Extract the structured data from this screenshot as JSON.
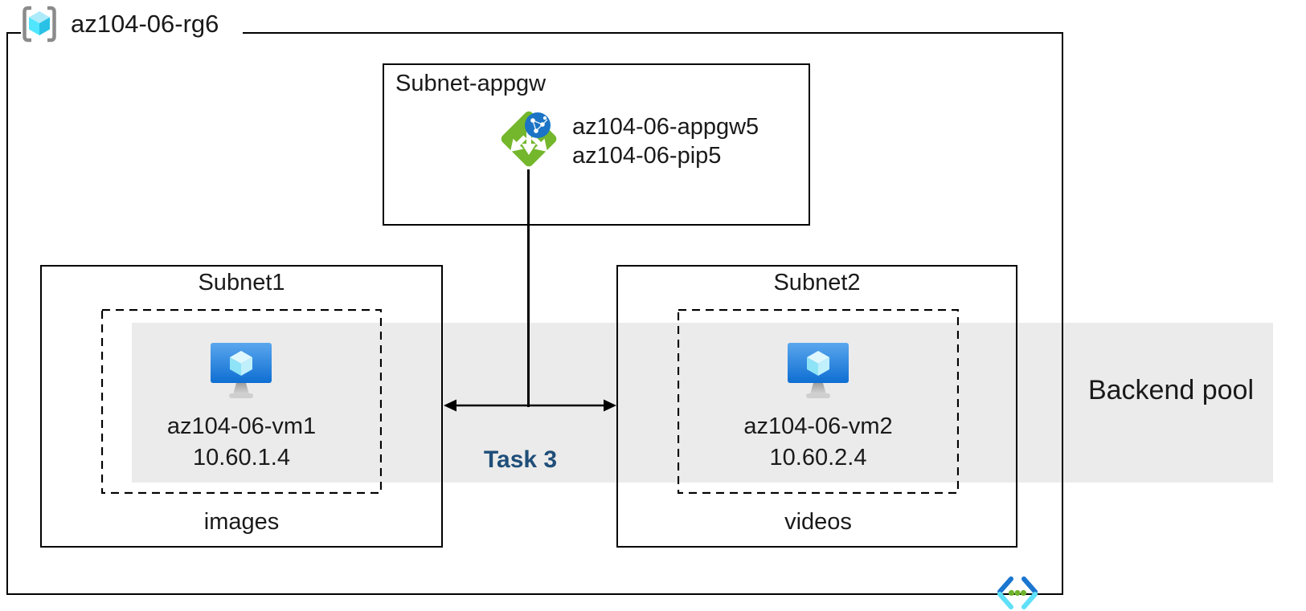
{
  "diagram": {
    "resource_group": {
      "name": "az104-06-rg6"
    },
    "appgw_subnet": {
      "title": "Subnet-appgw",
      "gateway_name": "az104-06-appgw5",
      "public_ip_name": "az104-06-pip5"
    },
    "subnet1": {
      "title": "Subnet1",
      "vm_name": "az104-06-vm1",
      "vm_ip": "10.60.1.4",
      "caption": "images"
    },
    "subnet2": {
      "title": "Subnet2",
      "vm_name": "az104-06-vm2",
      "vm_ip": "10.60.2.4",
      "caption": "videos"
    },
    "backend_pool_label": "Backend pool",
    "task_label": "Task 3",
    "icons": {
      "resource_group": "resource-group-icon",
      "application_gateway": "application-gateway-icon",
      "virtual_machine": "virtual-machine-icon",
      "virtual_network": "virtual-network-icon"
    },
    "colors": {
      "backend_band": "#EBEBEB",
      "task_label": "#1F4E79",
      "appgw_green": "#74B72C",
      "appgw_globe_blue": "#1B74C5",
      "vm_monitor_blue_top": "#5AA7EE",
      "vm_monitor_blue_bottom": "#0E6ED2",
      "vnet_dark_blue": "#1B76CF",
      "vnet_cyan": "#5FE0F8",
      "vnet_green_dot": "#6FB32C",
      "rg_bracket_gray": "#8B8B8B",
      "rg_cube_cyan": "#50E6FF",
      "border_black": "#000000"
    }
  }
}
